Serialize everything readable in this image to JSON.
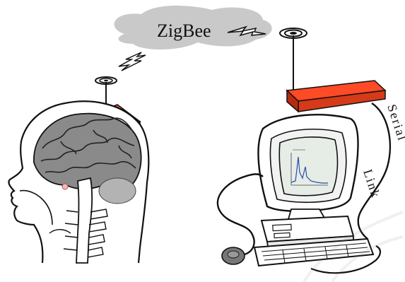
{
  "labels": {
    "zigbee": "ZigBee",
    "serial": "Serial",
    "link": "Link"
  },
  "colors": {
    "cloud": "#c9c9c9",
    "radio_module": "#ff4a26",
    "radio_module_dark": "#b82a10",
    "ink": "#111111",
    "screen": "#e6ece6",
    "brain": "#9a9a9a"
  },
  "icons": [
    "lightning-bolt-icon",
    "antenna-icon",
    "brain-head-icon",
    "computer-icon",
    "mouse-icon"
  ]
}
